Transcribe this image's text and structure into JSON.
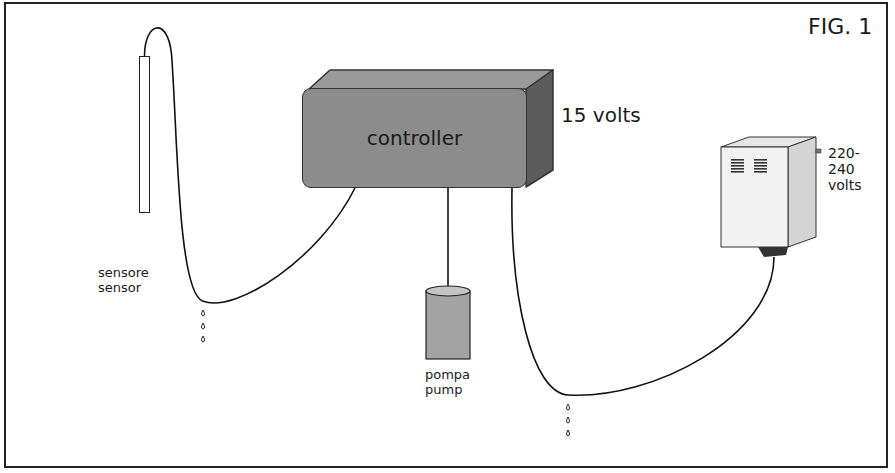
{
  "diagram": {
    "nodes": [
      {
        "text": [
          "sensore",
          "sensor"
        ]
      },
      {
        "text": [
          "controller"
        ]
      },
      {
        "text": [
          "pompa",
          "pump"
        ]
      },
      {
        "text": [
          "220-240 volts"
        ]
      }
    ],
    "edges": [
      {
        "from": 0,
        "to": 1,
        "arrow": "none"
      },
      {
        "from": 1,
        "to": 2,
        "arrow": "none"
      },
      {
        "from": 1,
        "to": 3,
        "arrow": "none"
      }
    ],
    "labels": [
      "FIG. 1",
      "15 volts"
    ]
  }
}
